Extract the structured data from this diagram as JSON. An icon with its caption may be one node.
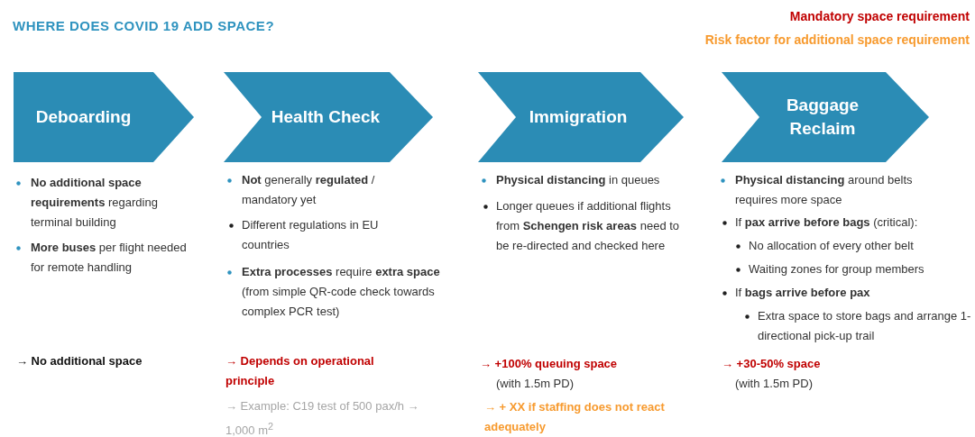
{
  "diagram": {
    "title": "WHERE DOES COVID 19 ADD SPACE?",
    "nodes": [
      {
        "text": [
          "Deboarding"
        ]
      },
      {
        "text": [
          "Health Check"
        ]
      },
      {
        "text": [
          "Immigration"
        ]
      },
      {
        "text": [
          "Baggage Reclaim"
        ]
      }
    ],
    "edges": [],
    "labels": [
      "**No additional space requirements** regarding terminal building",
      "**More buses** per flight needed for remote handling",
      "→ No additional space",
      "**Not** generally **regulated** / mandatory yet",
      "Different regulations in EU countries",
      "**Extra processes** require **extra space** (from simple QR-code check  towards complex PCR test)",
      "→ Depends on operational principle",
      "→ Example: C19 test of 500 pax/h → 1,000 m$^{2}$",
      "**Physical distancing** in queues",
      "Longer queues if additional flights from **Schengen risk areas** need to be re-directed and checked here",
      "→ +100% queuing space",
      "(with 1.5m PD)",
      "→ + XX if staffing does not react adequately",
      "**Physical distancing** around belts requires more space",
      "If **pax arrive before bags** (critical):",
      "No allocation of every other belt",
      "Waiting zones for group members",
      "If **bags arrive before pax**",
      "Extra space to store bags and arrange 1-directional pick-up trail",
      "→ +30-50% space",
      "(with 1.5m PD)"
    ],
    "legend": [
      {
        "text": "Mandatory space requirement",
        "color": "#c00000"
      },
      {
        "text": "Risk factor for additional space requirement",
        "color": "#f79a2e"
      }
    ]
  }
}
